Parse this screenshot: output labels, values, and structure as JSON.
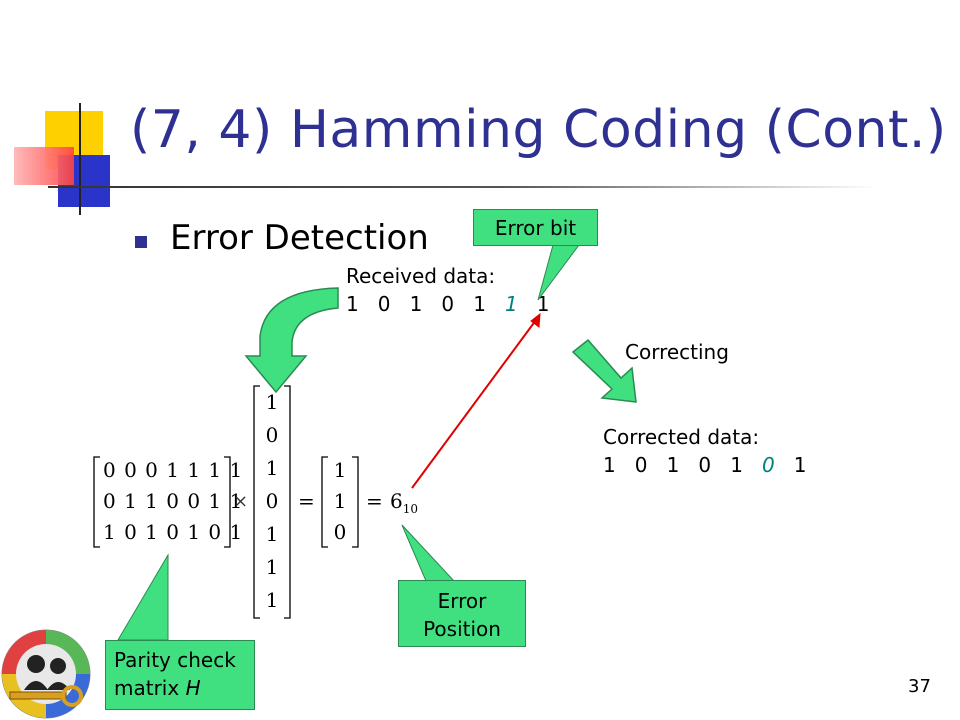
{
  "slide": {
    "title": "(7, 4) Hamming Coding (Cont.)",
    "bullet": "Error Detection",
    "page_number": "37"
  },
  "received": {
    "label": "Received data:",
    "bits_before": "1   0   1   0   1   ",
    "error_bit": "1",
    "bits_after": "   1"
  },
  "corrected": {
    "label": "Corrected data:",
    "bits_before": "1   0   1   0   1   ",
    "fixed_bit": "0",
    "bits_after": "   1"
  },
  "correcting_label": "Correcting",
  "callouts": {
    "error_bit": "Error bit",
    "error_position_line1": "Error",
    "error_position_line2": "Position",
    "parity_line1": "Parity check",
    "parity_line2_prefix": "matrix ",
    "parity_line2_var": "H"
  },
  "equation": {
    "matrix_rows": [
      "0 0 0 1 1 1 1",
      "0 1 1 0 0 1 1",
      "1 0 1 0 1 0 1"
    ],
    "times": "×",
    "vector": [
      "1",
      "0",
      "1",
      "0",
      "1",
      "1",
      "1"
    ],
    "equals1": "=",
    "syndrome": [
      "1",
      "1",
      "0"
    ],
    "equals2": "=",
    "result": "6",
    "result_base": "10"
  },
  "colors": {
    "title": "#2e3192",
    "callout_fill": "#40e080",
    "highlight_digit": "#008080",
    "error_arrow": "#e00000"
  }
}
